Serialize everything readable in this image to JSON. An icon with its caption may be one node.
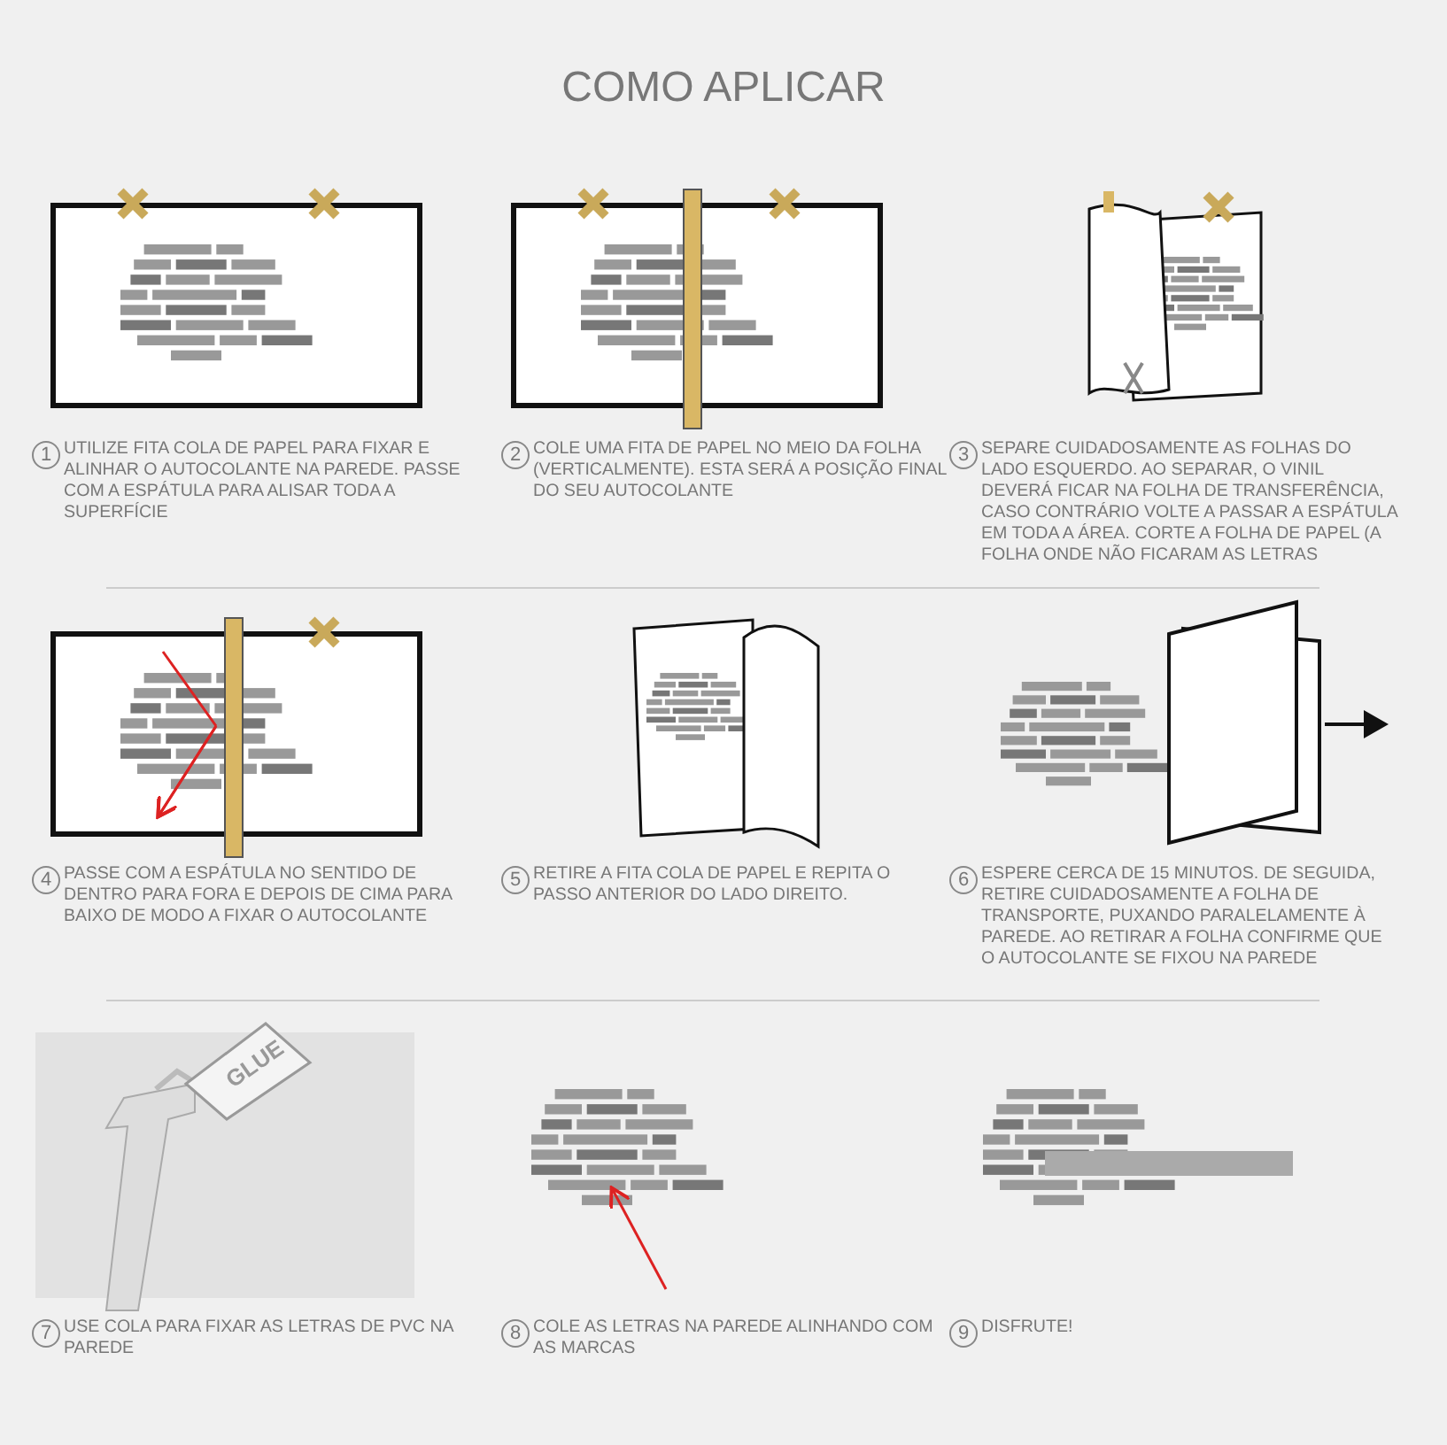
{
  "diagram": {
    "title": "COMO APLICAR",
    "labels": [
      "1",
      "UTILIZE FITA COLA DE PAPEL PARA FIXAR E ALINHAR O AUTOCOLANTE NA PAREDE. PASSE COM A ESPÁTULA  PARA ALISAR TODA A SUPERFÍCIE",
      "2",
      "COLE UMA FITA DE PAPEL NO MEIO DA FOLHA (VERTICALMENTE). ESTA SERÁ A POSIÇÃO FINAL DO SEU AUTOCOLANTE",
      "3",
      "SEPARE CUIDADOSAMENTE AS FOLHAS DO LADO ESQUERDO. AO SEPARAR, O VINIL DEVERÁ FICAR NA FOLHA DE TRANSFERÊNCIA, CASO CONTRÁRIO VOLTE A PASSAR A ESPÁTULA EM TODA A ÁREA. CORTE A FOLHA DE PAPEL (A FOLHA ONDE NÃO FICARAM AS LETRAS",
      "4",
      "PASSE COM A ESPÁTULA NO SENTIDO DE DENTRO PARA FORA E DEPOIS DE CIMA PARA BAIXO DE MODO A FIXAR O AUTOCOLANTE",
      "5",
      "RETIRE A FITA COLA DE PAPEL E REPITA O PASSO ANTERIOR DO LADO DIREITO.",
      "6",
      "ESPERE CERCA DE 15 MINUTOS. DE SEGUIDA, RETIRE CUIDADOSAMENTE A FOLHA DE TRANSPORTE, PUXANDO PARALELAMENTE À PAREDE. AO RETIRAR A FOLHA CONFIRME QUE O AUTOCOLANTE SE FIXOU NA PAREDE",
      "GLUE",
      "7",
      "USE COLA PARA FIXAR AS LETRAS DE PVC NA PAREDE",
      "8",
      "COLE AS LETRAS NA PAREDE ALINHANDO COM AS MARCAS",
      "9",
      "DISFRUTE!"
    ]
  }
}
